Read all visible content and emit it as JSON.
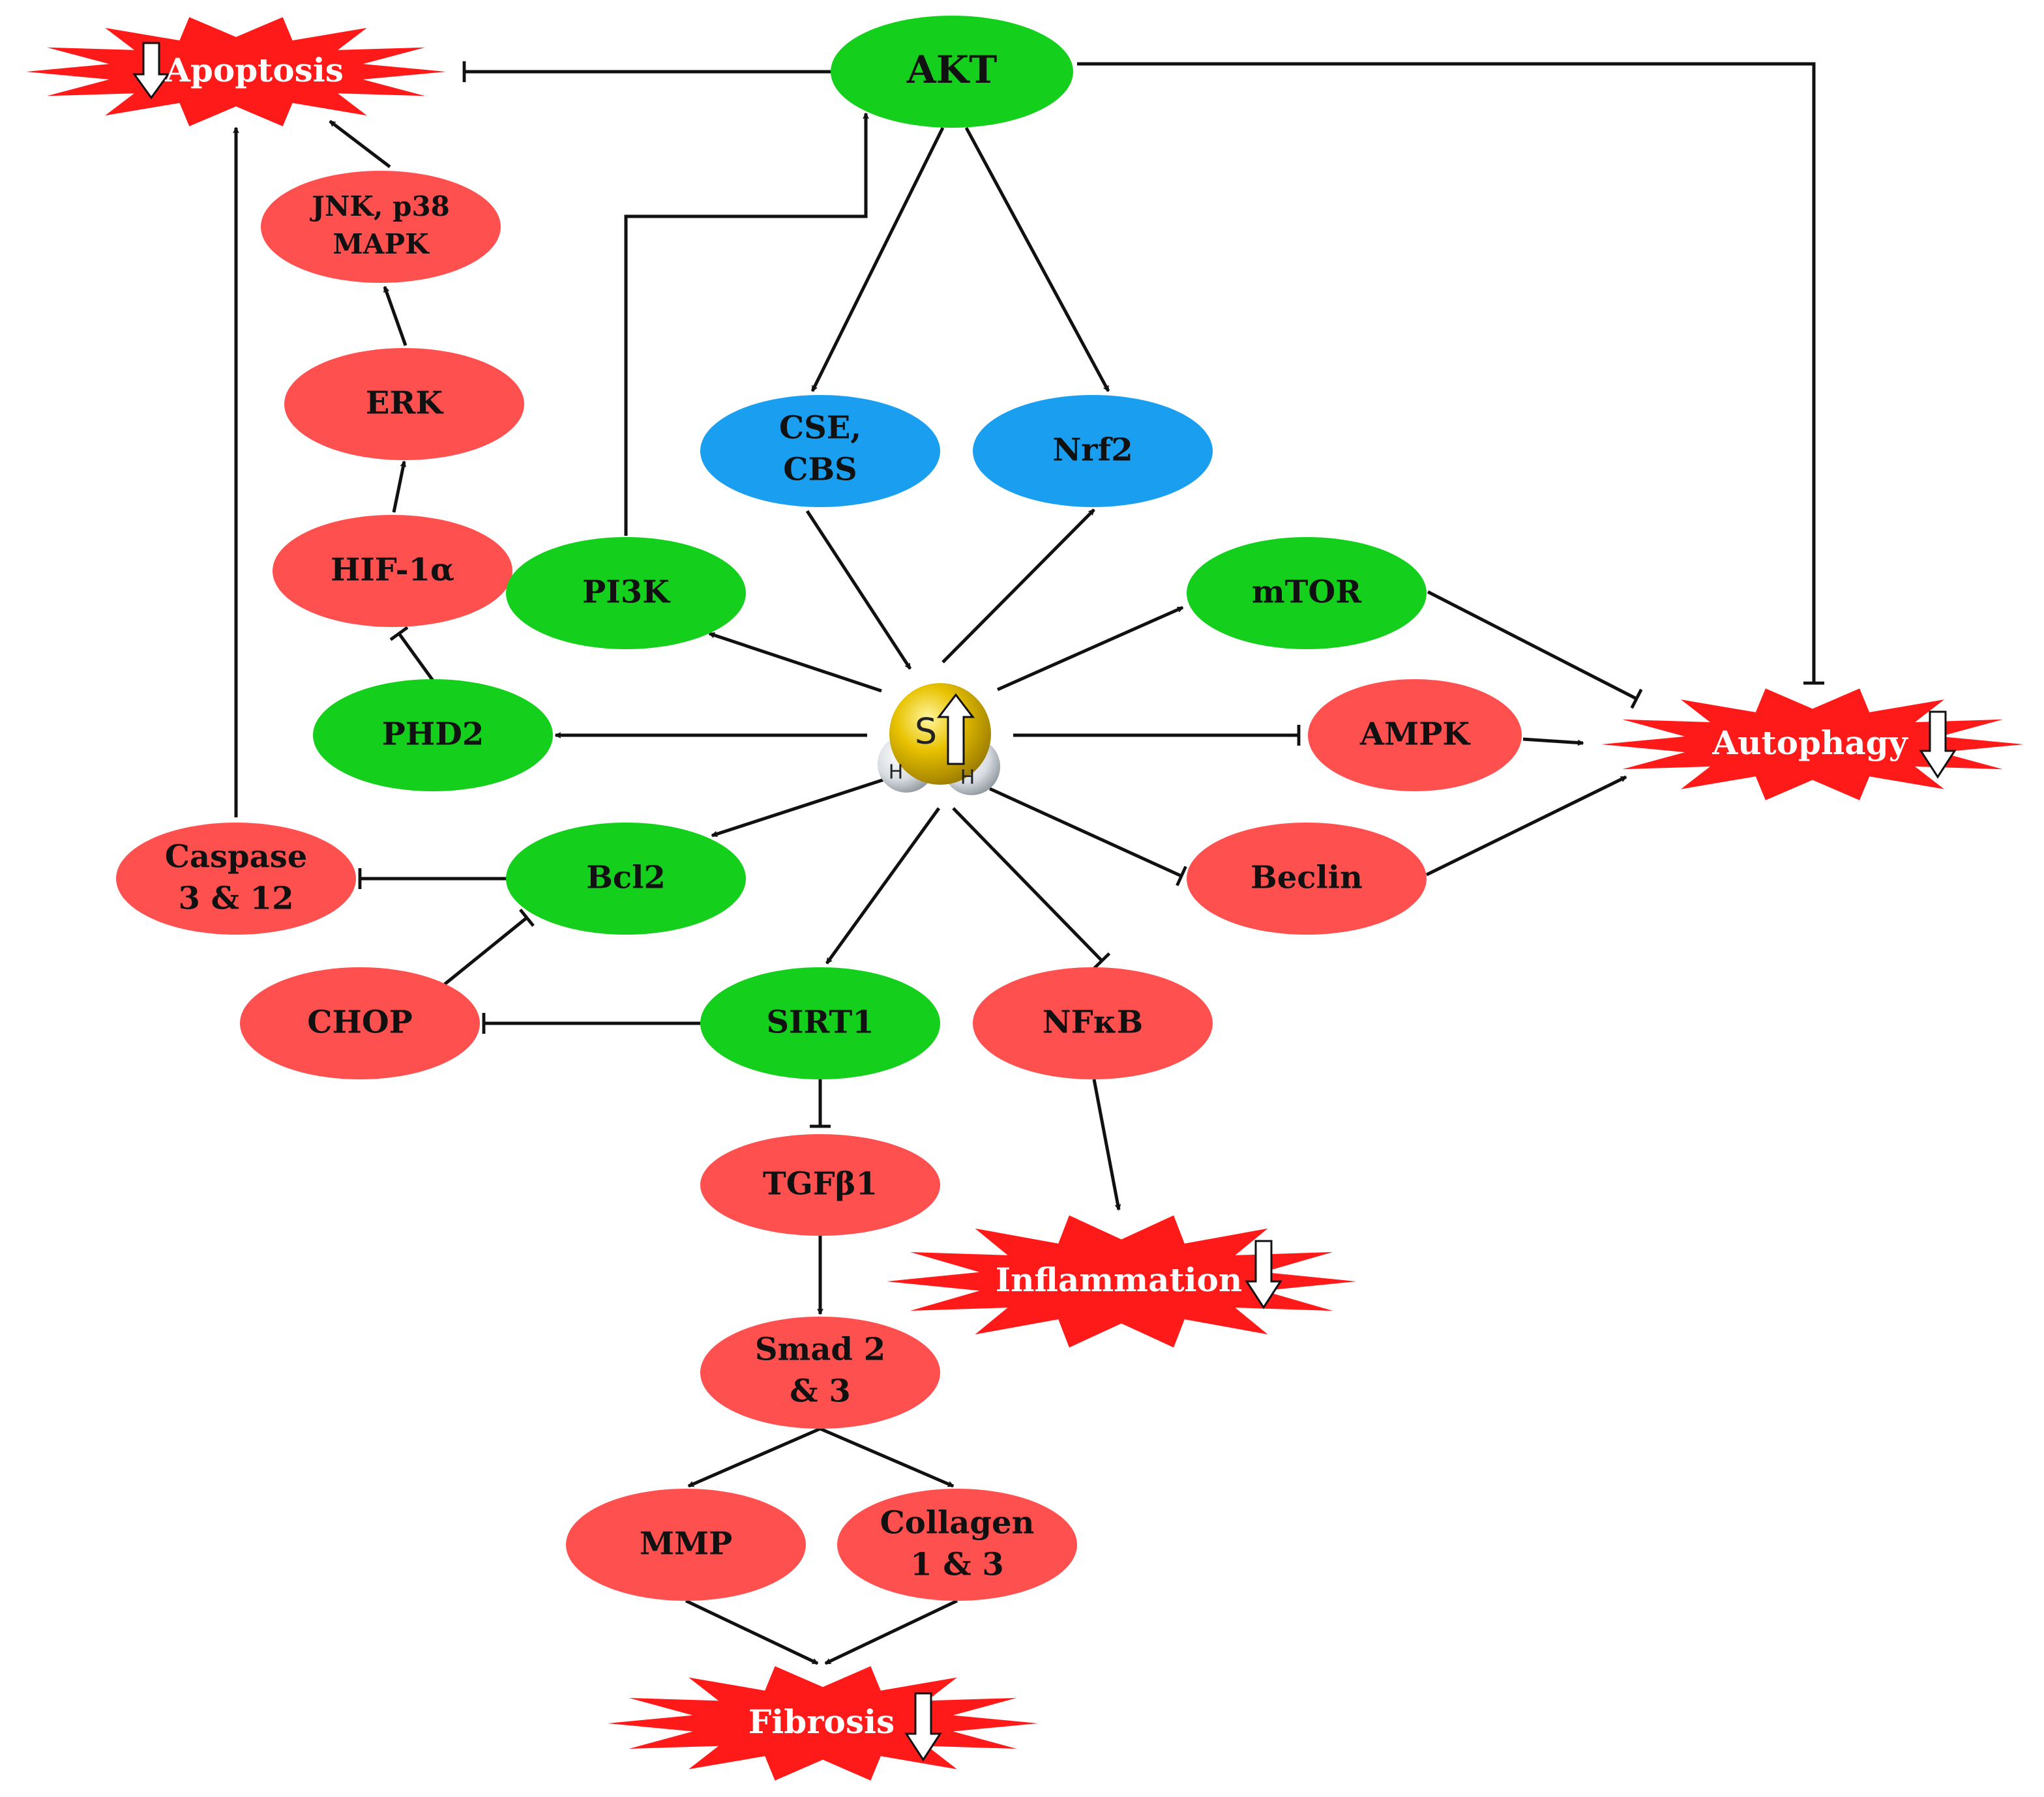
{
  "colors": {
    "green": "#15cf1d",
    "red_node": "#ff5050",
    "blue": "#1a9ff0",
    "burst": "#ff1a1a",
    "sulfur": "#e8c200",
    "hydrogen": "#d8dde2"
  },
  "molecule": {
    "s_label": "S",
    "h1_label": "H",
    "h2_label": "H"
  },
  "nodes": {
    "akt": "AKT",
    "jnk_line1": "JNK, p38",
    "jnk_line2": "MAPK",
    "erk": "ERK",
    "hif": "HIF-1α",
    "pi3k": "PI3K",
    "phd2": "PHD2",
    "cse_line1": "CSE,",
    "cse_line2": "CBS",
    "nrf2": "Nrf2",
    "mtor": "mTOR",
    "ampk": "AMPK",
    "beclin": "Beclin",
    "caspase_line1": "Caspase",
    "caspase_line2": "3 & 12",
    "bcl2": "Bcl2",
    "chop": "CHOP",
    "sirt1": "SIRT1",
    "nfkb": "NFκB",
    "tgfb1": "TGFβ1",
    "smad_line1": "Smad 2",
    "smad_line2": "& 3",
    "mmp": "MMP",
    "collagen_line1": "Collagen",
    "collagen_line2": "1 & 3"
  },
  "outcomes": {
    "apoptosis": "Apoptosis",
    "autophagy": "Autophagy",
    "inflammation": "Inflammation",
    "fibrosis": "Fibrosis"
  },
  "edges": [
    {
      "from": "akt",
      "to": "apoptosis",
      "kind": "inhibit"
    },
    {
      "from": "akt",
      "to": "autophagy",
      "kind": "inhibit"
    },
    {
      "from": "akt",
      "to": "cse_cbs",
      "kind": "activate"
    },
    {
      "from": "akt",
      "to": "nrf2",
      "kind": "activate"
    },
    {
      "from": "pi3k",
      "to": "akt",
      "kind": "activate"
    },
    {
      "from": "jnk_p38_mapk",
      "to": "apoptosis",
      "kind": "activate"
    },
    {
      "from": "erk",
      "to": "jnk_p38_mapk",
      "kind": "activate"
    },
    {
      "from": "hif_1a",
      "to": "erk",
      "kind": "activate"
    },
    {
      "from": "phd2",
      "to": "hif_1a",
      "kind": "inhibit"
    },
    {
      "from": "caspase_3_12",
      "to": "apoptosis",
      "kind": "activate"
    },
    {
      "from": "cse_cbs",
      "to": "h2s",
      "kind": "activate"
    },
    {
      "from": "h2s",
      "to": "nrf2",
      "kind": "activate"
    },
    {
      "from": "h2s",
      "to": "pi3k",
      "kind": "activate"
    },
    {
      "from": "h2s",
      "to": "mtor",
      "kind": "activate"
    },
    {
      "from": "h2s",
      "to": "phd2",
      "kind": "activate"
    },
    {
      "from": "h2s",
      "to": "ampk",
      "kind": "inhibit"
    },
    {
      "from": "h2s",
      "to": "bcl2",
      "kind": "activate"
    },
    {
      "from": "h2s",
      "to": "beclin",
      "kind": "inhibit"
    },
    {
      "from": "h2s",
      "to": "sirt1",
      "kind": "activate"
    },
    {
      "from": "h2s",
      "to": "nfkb",
      "kind": "inhibit"
    },
    {
      "from": "mtor",
      "to": "autophagy",
      "kind": "inhibit"
    },
    {
      "from": "ampk",
      "to": "autophagy",
      "kind": "activate"
    },
    {
      "from": "beclin",
      "to": "autophagy",
      "kind": "activate"
    },
    {
      "from": "bcl2",
      "to": "caspase_3_12",
      "kind": "inhibit"
    },
    {
      "from": "chop",
      "to": "bcl2",
      "kind": "inhibit"
    },
    {
      "from": "sirt1",
      "to": "chop",
      "kind": "inhibit"
    },
    {
      "from": "sirt1",
      "to": "tgfb1",
      "kind": "inhibit"
    },
    {
      "from": "nfkb",
      "to": "inflammation",
      "kind": "activate"
    },
    {
      "from": "tgfb1",
      "to": "smad_2_3",
      "kind": "activate"
    },
    {
      "from": "smad_2_3",
      "to": "mmp",
      "kind": "activate"
    },
    {
      "from": "smad_2_3",
      "to": "collagen_1_3",
      "kind": "activate"
    },
    {
      "from": "mmp",
      "to": "fibrosis",
      "kind": "activate"
    },
    {
      "from": "collagen_1_3",
      "to": "fibrosis",
      "kind": "activate"
    }
  ]
}
